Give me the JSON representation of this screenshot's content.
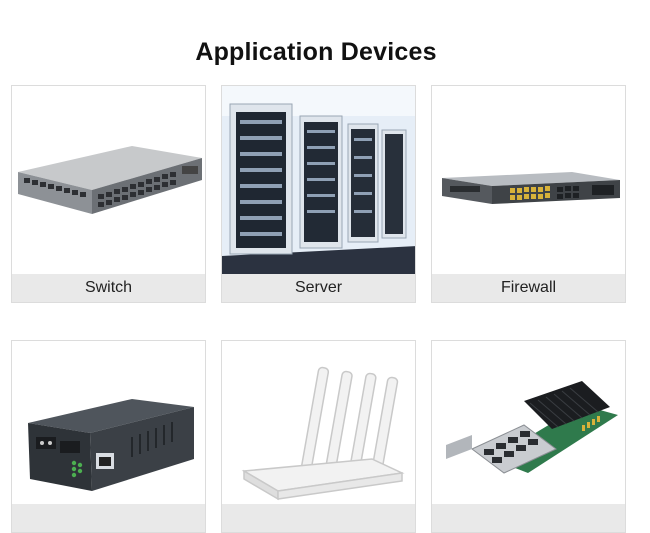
{
  "page": {
    "title": "Application Devices"
  },
  "devices": [
    {
      "label": "Switch",
      "icon": "network-switch-icon"
    },
    {
      "label": "Server",
      "icon": "server-rack-icon"
    },
    {
      "label": "Firewall",
      "icon": "firewall-appliance-icon"
    },
    {
      "label": "",
      "icon": "media-converter-icon"
    },
    {
      "label": "",
      "icon": "wifi-router-icon"
    },
    {
      "label": "",
      "icon": "network-card-icon"
    }
  ]
}
